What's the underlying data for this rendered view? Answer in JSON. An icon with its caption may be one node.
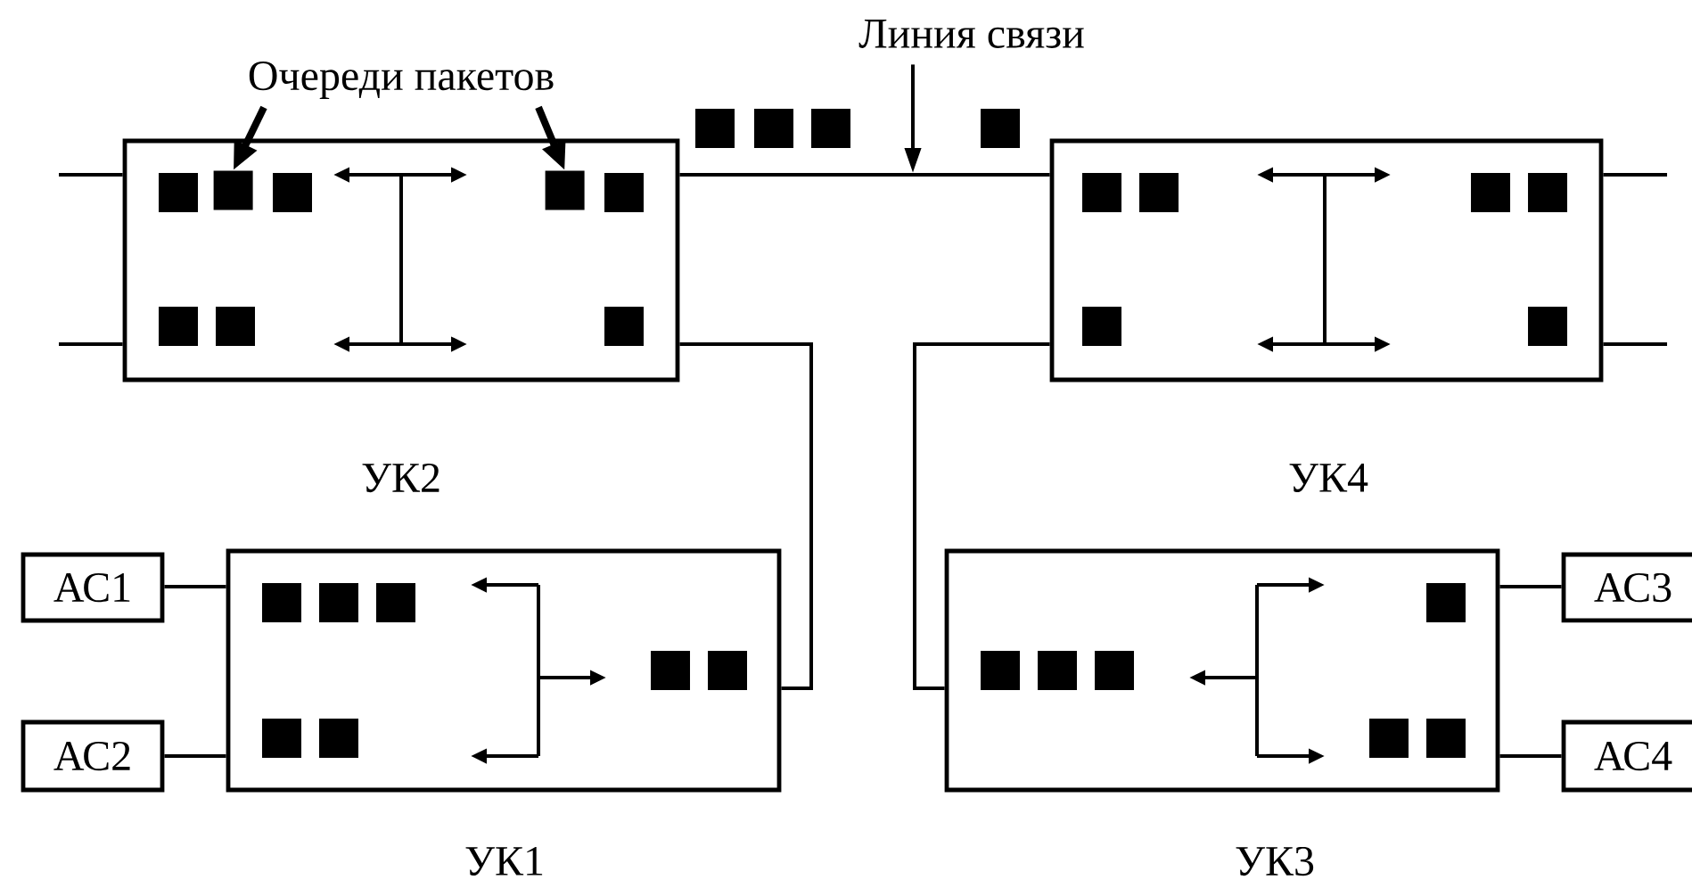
{
  "diagram": {
    "nodes": [
      {
        "text": [
          "УК2"
        ]
      },
      {
        "text": [
          "УК4"
        ]
      },
      {
        "text": [
          "УК1"
        ]
      },
      {
        "text": [
          "УК3"
        ]
      },
      {
        "text": [
          "АС1"
        ]
      },
      {
        "text": [
          "АС2"
        ]
      },
      {
        "text": [
          "АС3"
        ]
      },
      {
        "text": [
          "АС4"
        ]
      },
      {
        "text": [
          "Очереди пакетов"
        ]
      },
      {
        "text": [
          "Линия связи"
        ]
      },
      {
        "text": [],
        "shape": "box",
        "in": 0
      },
      {
        "text": [],
        "shape": "box",
        "in": 0
      }
    ],
    "edges": [
      {
        "from": 0,
        "to": 1,
        "arrow": "none"
      },
      {
        "from": 0,
        "to": 2,
        "arrow": "none"
      },
      {
        "from": 1,
        "to": 3,
        "arrow": "none"
      },
      {
        "from": 4,
        "to": 2,
        "arrow": "none"
      },
      {
        "from": 5,
        "to": 2,
        "arrow": "none"
      },
      {
        "from": 3,
        "to": 6,
        "arrow": "none"
      },
      {
        "from": 3,
        "to": 7,
        "arrow": "none"
      },
      {
        "from": null,
        "to": 0,
        "arrow": "none"
      },
      {
        "from": null,
        "to": 0,
        "arrow": "none"
      },
      {
        "from": 1,
        "to": null,
        "arrow": "none"
      },
      {
        "from": 1,
        "to": null,
        "arrow": "none"
      },
      {
        "from": 8,
        "to": 10,
        "arrow": "to",
        "style": "thick"
      },
      {
        "from": 8,
        "to": 11,
        "arrow": "to",
        "style": "thick"
      },
      {
        "from": 9,
        "to": null,
        "arrow": "to"
      }
    ]
  }
}
